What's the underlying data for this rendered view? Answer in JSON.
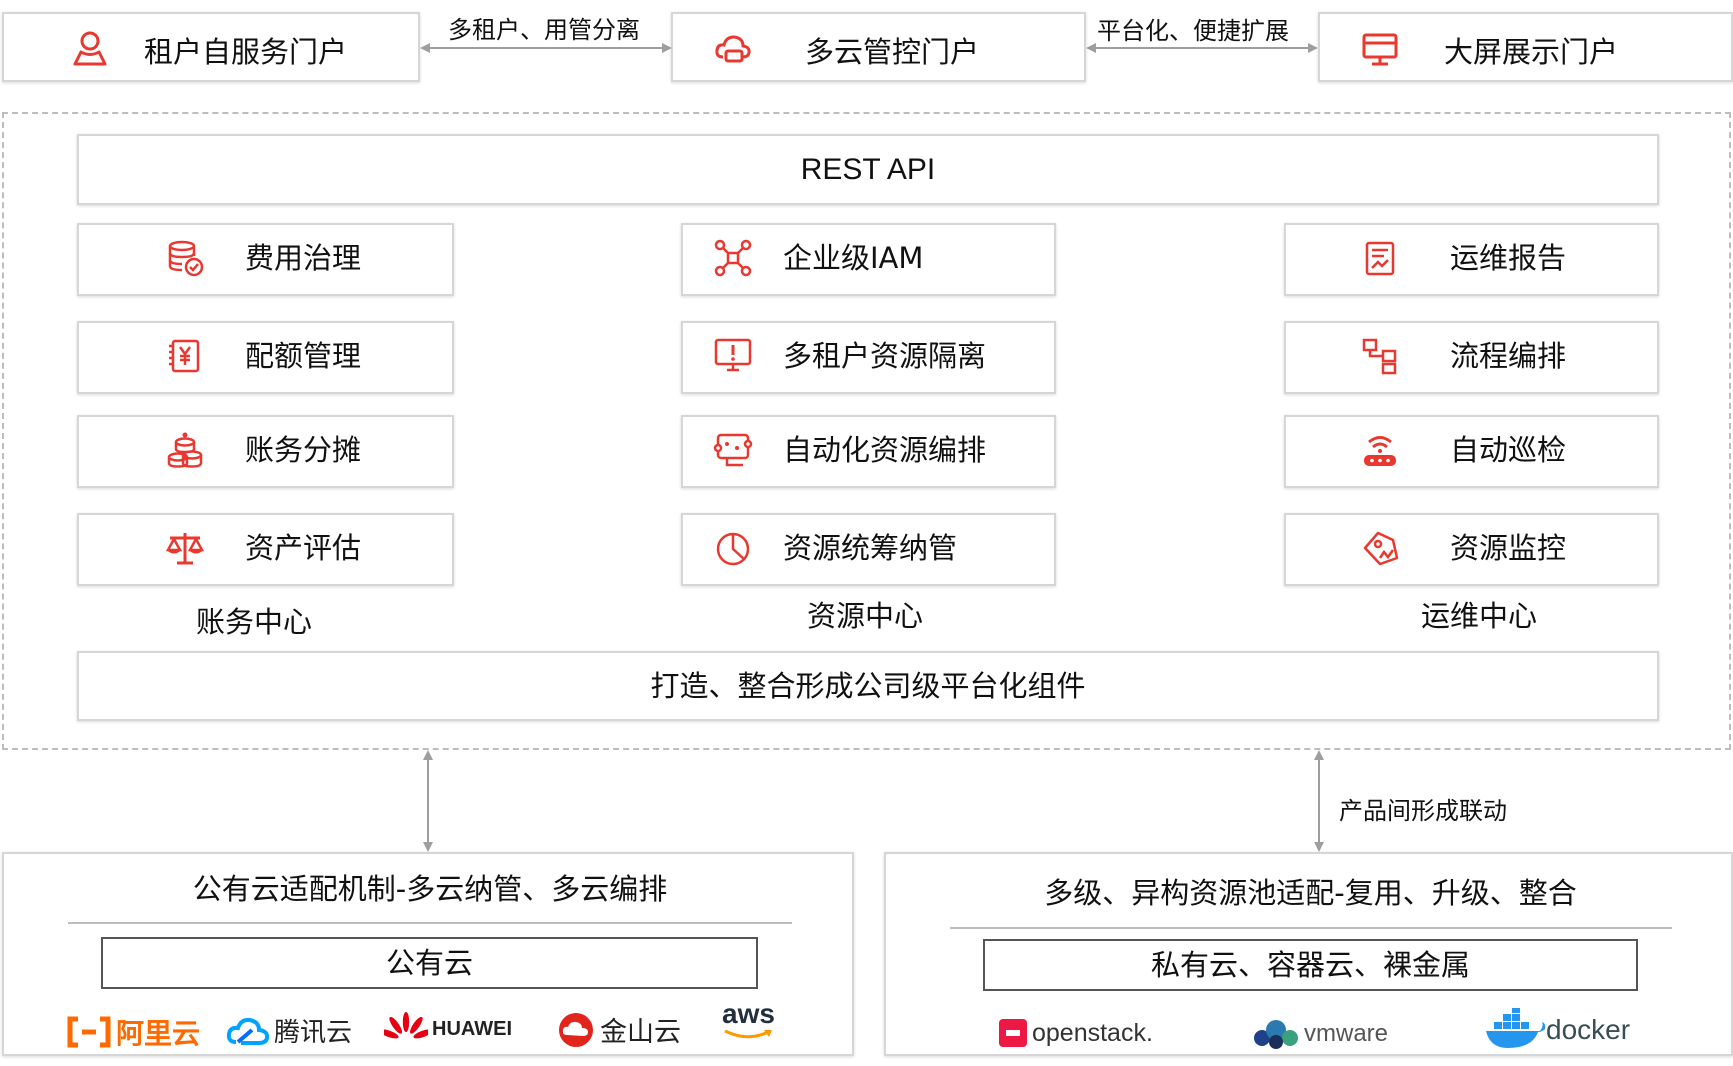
{
  "portals": {
    "tenant": "租户自服务门户",
    "multicloud": "多云管控门户",
    "screen": "大屏展示门户",
    "link1": "多租户、用管分离",
    "link2": "平台化、便捷扩展"
  },
  "api": "REST  API",
  "columns": {
    "finance": {
      "caption": "账务中心",
      "items": [
        "费用治理",
        "配额管理",
        "账务分摊",
        "资产评估"
      ]
    },
    "resource": {
      "caption": "资源中心",
      "items": [
        "企业级IAM",
        "多租户资源隔离",
        "自动化资源编排",
        "资源统筹纳管"
      ]
    },
    "ops": {
      "caption": "运维中心",
      "items": [
        "运维报告",
        "流程编排",
        "自动巡检",
        "资源监控"
      ]
    }
  },
  "platform": "打造、整合形成公司级平台化组件",
  "linkage": "产品间形成联动",
  "public": {
    "title": "公有云适配机制-多云纳管、多云编排",
    "label": "公有云",
    "logos": [
      "阿里云",
      "腾讯云",
      "HUAWEI",
      "金山云",
      "aws"
    ]
  },
  "private": {
    "title": "多级、异构资源池适配-复用、升级、整合",
    "label": "私有云、容器云、裸金属",
    "logos": [
      "openstack.",
      "vmware",
      "docker"
    ]
  },
  "colors": {
    "accent": "#e8382f",
    "border": "#d6d6d6",
    "dashed": "#bdbdbd"
  }
}
